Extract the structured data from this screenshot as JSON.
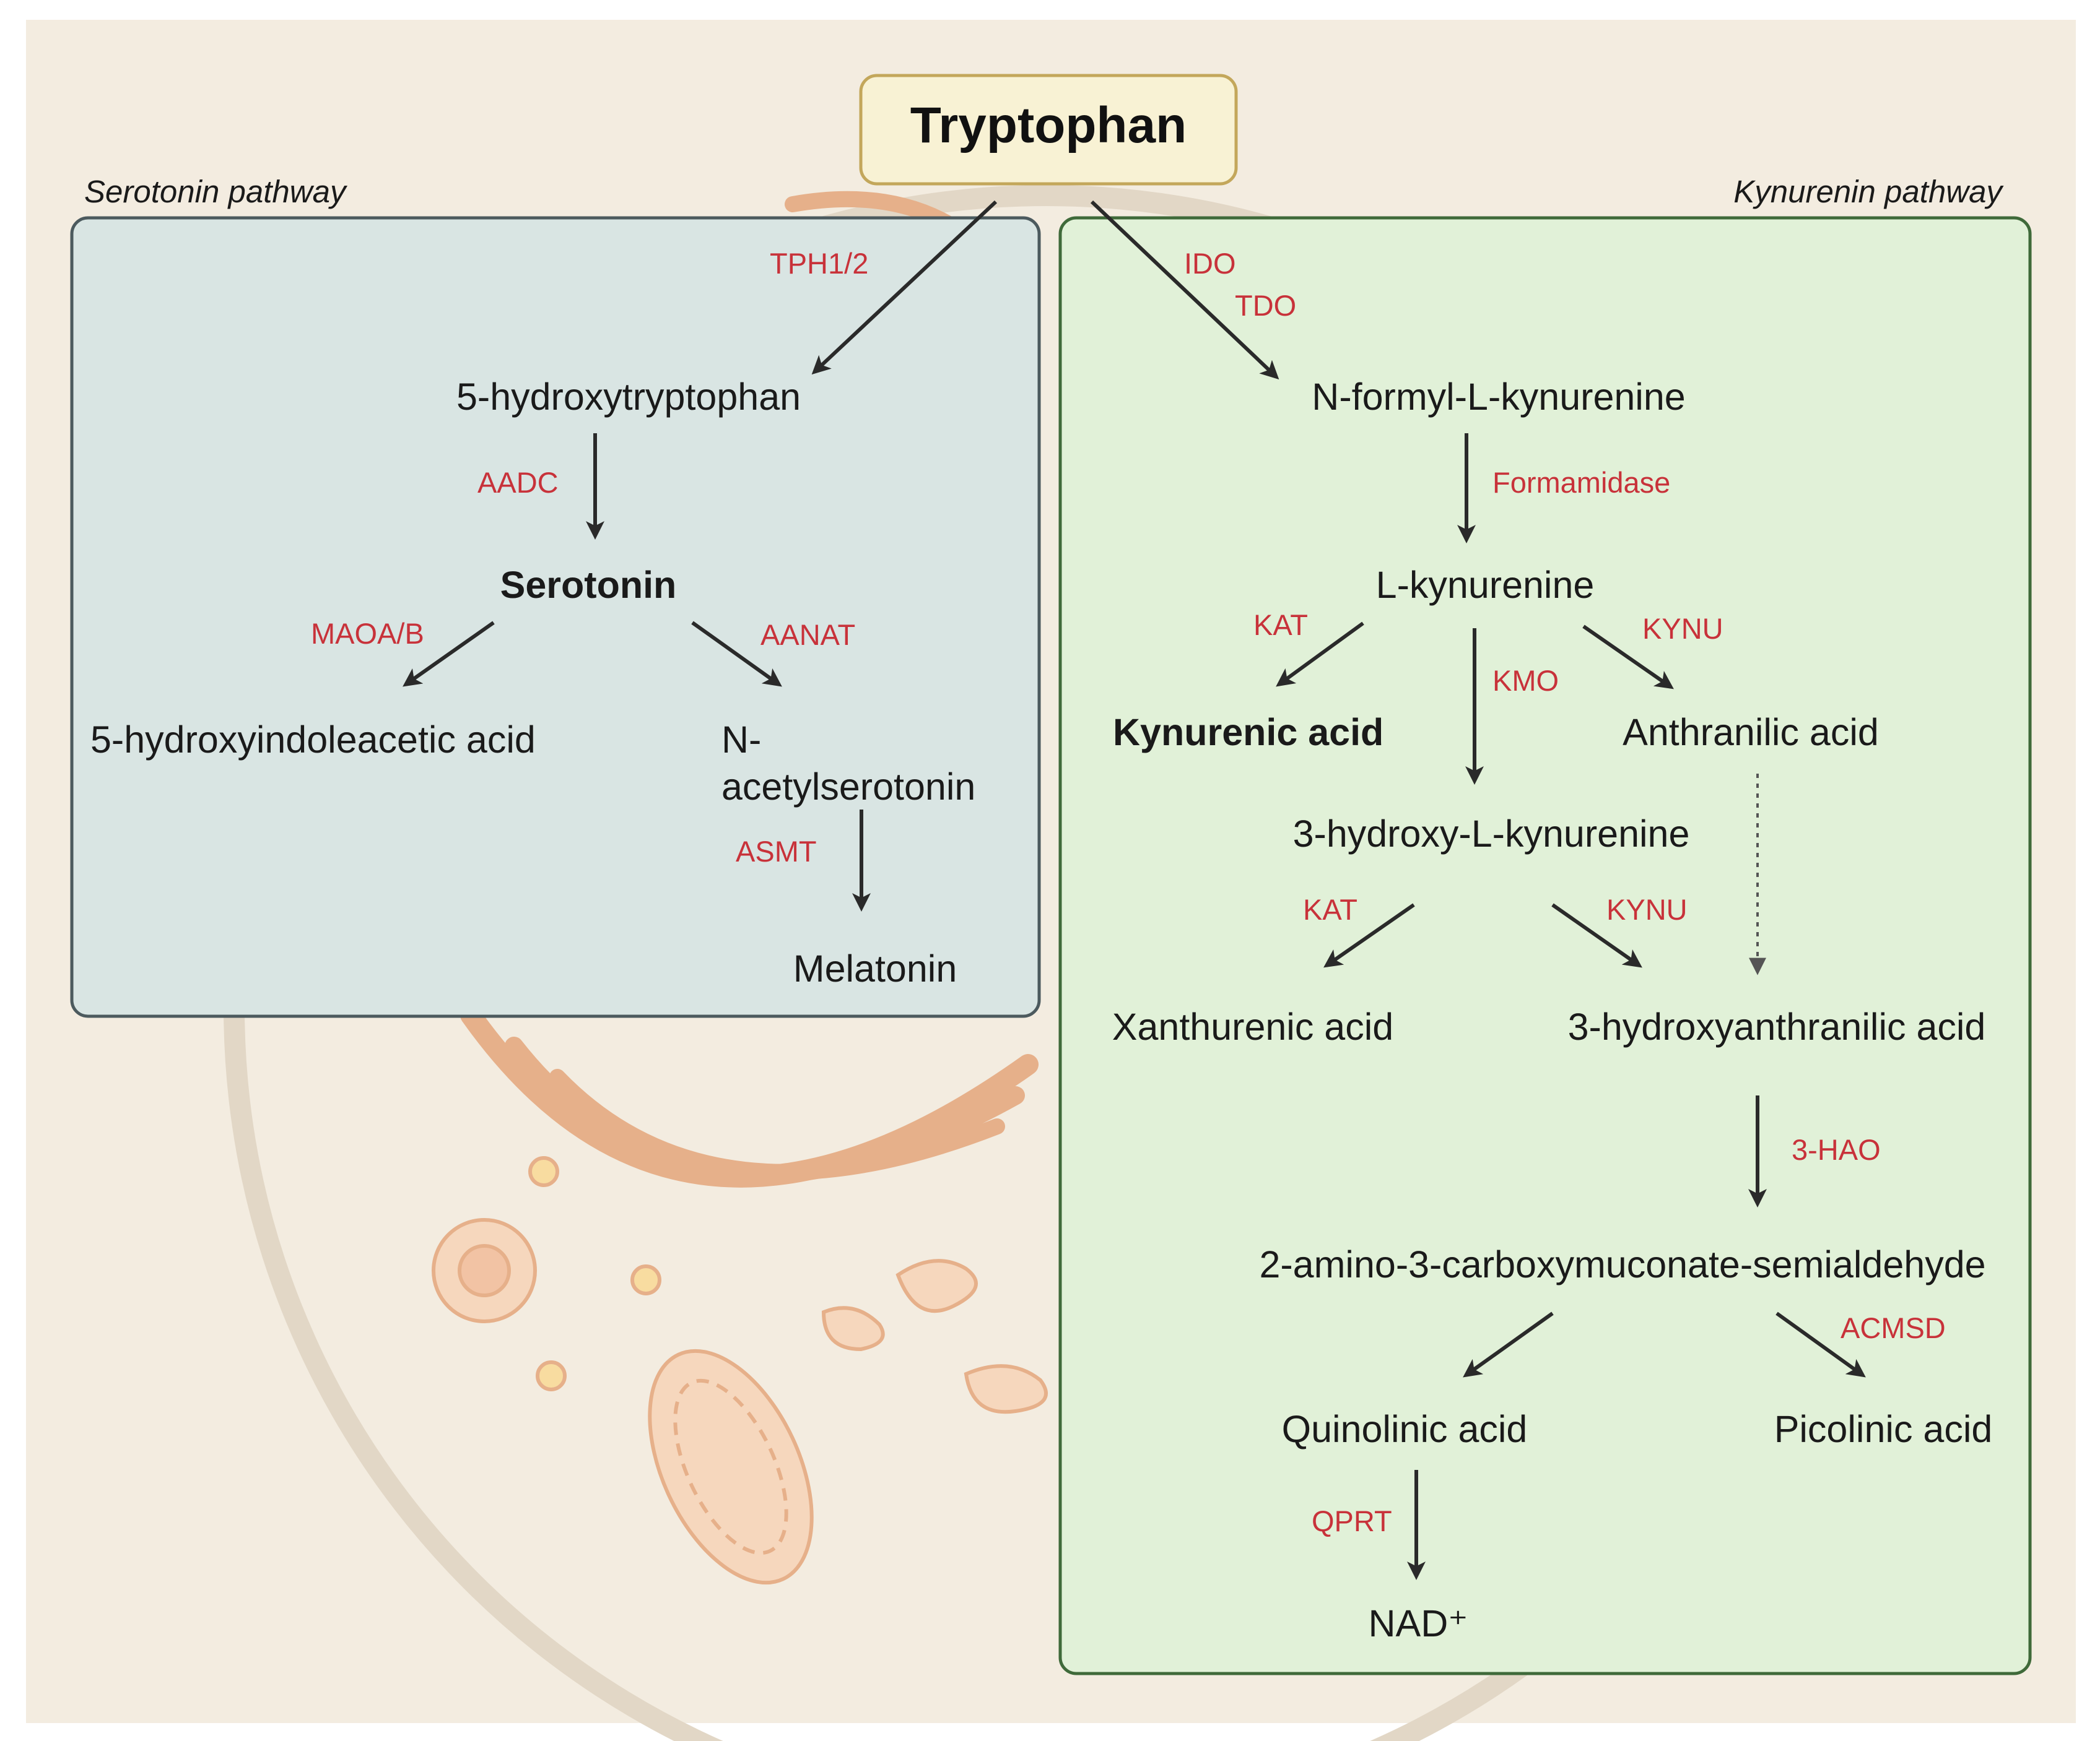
{
  "title": "Tryptophan",
  "pathways": {
    "serotonin": "Serotonin pathway",
    "kynurenin": "Kynurenin pathway"
  },
  "serotonin_metabolites": {
    "hydroxytryptophan": "5-hydroxytryptophan",
    "serotonin": "Serotonin",
    "hiaa": "5-hydroxyindoleacetic acid",
    "acetylserotonin_1": "N-",
    "acetylserotonin_2": "acetylserotonin",
    "melatonin": "Melatonin"
  },
  "serotonin_enzymes": {
    "tph": "TPH1/2",
    "aadc": "AADC",
    "maoa": "MAOA/B",
    "aanat": "AANAT",
    "asmt": "ASMT"
  },
  "kynurenin_metabolites": {
    "nfk": "N-formyl-L-kynurenine",
    "lkyn": "L-kynurenine",
    "kynurenic": "Kynurenic acid",
    "anthranilic": "Anthranilic acid",
    "hk": "3-hydroxy-L-kynurenine",
    "xanthurenic": "Xanthurenic acid",
    "haa": "3-hydroxyanthranilic acid",
    "acms": "2-amino-3-carboxymuconate-semialdehyde",
    "quinolinic": "Quinolinic acid",
    "picolinic": "Picolinic acid",
    "nad": "NAD⁺"
  },
  "kynurenin_enzymes": {
    "ido": "IDO",
    "tdo": "TDO",
    "formamidase": "Formamidase",
    "kat1": "KAT",
    "kynu1": "KYNU",
    "kmo": "KMO",
    "kat2": "KAT",
    "kynu2": "KYNU",
    "hao": "3-HAO",
    "acmsd": "ACMSD",
    "qprt": "QPRT"
  },
  "colors": {
    "background": "#f3ece0",
    "cell_outline": "#e2d7c6",
    "organelle": "#f6d7bd",
    "organelle_stroke": "#e6b08a",
    "serotonin_box_fill": "#d9e5e3",
    "serotonin_box_stroke": "#4c5a5e",
    "kynurenin_box_fill": "#e1f1d8",
    "kynurenin_box_stroke": "#3f6a3a",
    "title_fill": "#f8f2d4",
    "title_stroke": "#c3a75b",
    "enzyme_text": "#c8323a",
    "arrow": "#2a2a2a"
  }
}
